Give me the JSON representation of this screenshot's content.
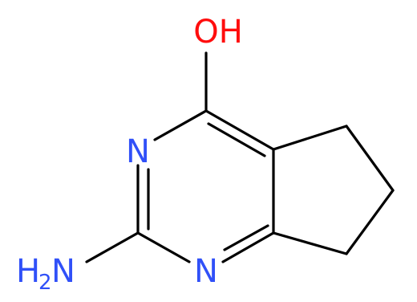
{
  "molecule": {
    "atoms": [
      {
        "id": "O",
        "label": "OH",
        "color": "#ff0d0d"
      },
      {
        "id": "N1",
        "label": "N",
        "color": "#3050f8"
      },
      {
        "id": "N2",
        "label": "N",
        "color": "#3050f8"
      },
      {
        "id": "NH2",
        "label": "H",
        "sub": "2",
        "suffix": "N",
        "color": "#3050f8"
      }
    ],
    "bond_color": "#000000"
  }
}
